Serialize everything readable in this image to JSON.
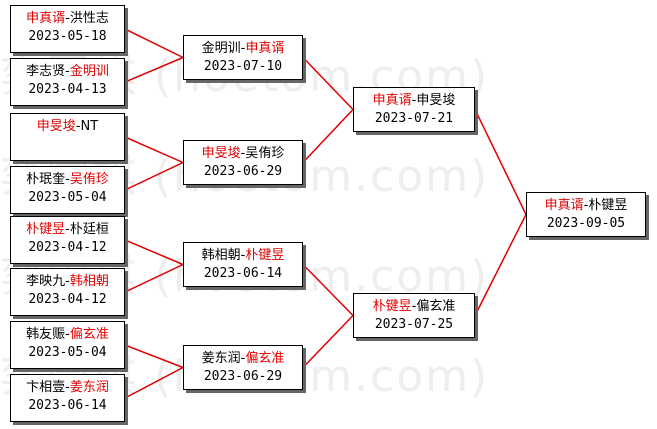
{
  "colors": {
    "winner": "#e00000",
    "line": "#e00000",
    "border": "#000000"
  },
  "watermark": "弈围棋 (hoetom.com)",
  "round1": [
    {
      "id": "r1-1",
      "p1": "申真谞",
      "p2": "洪性志",
      "winner": 1,
      "date": "2023-05-18"
    },
    {
      "id": "r1-2",
      "p1": "李志贤",
      "p2": "金明训",
      "winner": 2,
      "date": "2023-04-13"
    },
    {
      "id": "r1-3",
      "p1": "申旻埈",
      "p2": "NT",
      "winner": 1,
      "date": ""
    },
    {
      "id": "r1-4",
      "p1": "朴珉奎",
      "p2": "吴侑珍",
      "winner": 2,
      "date": "2023-05-04"
    },
    {
      "id": "r1-5",
      "p1": "朴键昱",
      "p2": "朴廷桓",
      "winner": 1,
      "date": "2023-04-12"
    },
    {
      "id": "r1-6",
      "p1": "李映九",
      "p2": "韩相朝",
      "winner": 2,
      "date": "2023-04-12"
    },
    {
      "id": "r1-7",
      "p1": "韩友赈",
      "p2": "偏玄准",
      "winner": 2,
      "date": "2023-05-04"
    },
    {
      "id": "r1-8",
      "p1": "卞相壹",
      "p2": "姜东润",
      "winner": 2,
      "date": "2023-06-14"
    }
  ],
  "round2": [
    {
      "id": "r2-1",
      "p1": "金明训",
      "p2": "申真谞",
      "winner": 2,
      "date": "2023-07-10"
    },
    {
      "id": "r2-2",
      "p1": "申旻埈",
      "p2": "吴侑珍",
      "winner": 1,
      "date": "2023-06-29"
    },
    {
      "id": "r2-3",
      "p1": "韩相朝",
      "p2": "朴键昱",
      "winner": 2,
      "date": "2023-06-14"
    },
    {
      "id": "r2-4",
      "p1": "姜东润",
      "p2": "偏玄准",
      "winner": 2,
      "date": "2023-06-29"
    }
  ],
  "round3": [
    {
      "id": "r3-1",
      "p1": "申真谞",
      "p2": "申旻埈",
      "winner": 1,
      "date": "2023-07-21"
    },
    {
      "id": "r3-2",
      "p1": "朴键昱",
      "p2": "偏玄准",
      "winner": 1,
      "date": "2023-07-25"
    }
  ],
  "final": [
    {
      "id": "f-1",
      "p1": "申真谞",
      "p2": "朴键昱",
      "winner": 1,
      "date": "2023-09-05"
    }
  ]
}
